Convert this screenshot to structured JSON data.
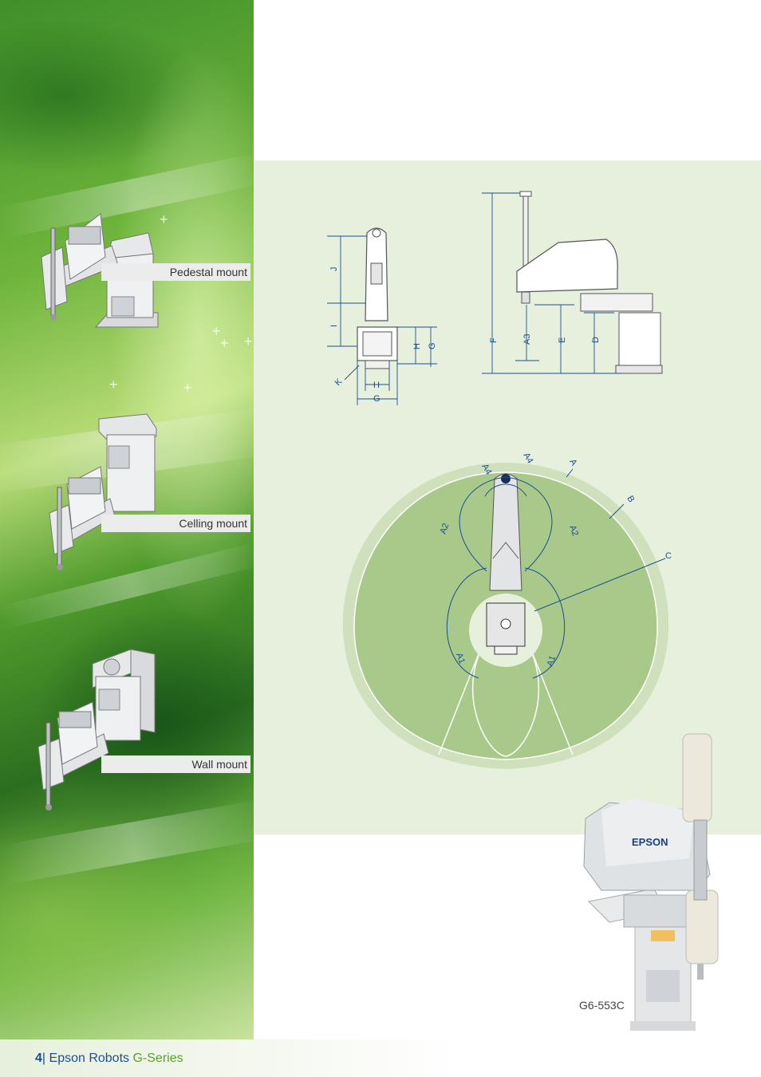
{
  "mounts": [
    {
      "label": "Pedestal mount"
    },
    {
      "label": "Celling mount"
    },
    {
      "label": "Wall mount"
    }
  ],
  "dims": {
    "front": {
      "J": "J",
      "I": "I",
      "K": "K",
      "H": "H",
      "G": "G"
    },
    "side": {
      "F": "F",
      "A3": "A3",
      "E": "E",
      "D": "D"
    },
    "top": {
      "A": "A",
      "B": "B",
      "C": "C",
      "A1": "A1",
      "A2": "A2",
      "A4": "A4"
    }
  },
  "robot": {
    "brand": "EPSON",
    "model": "G6-553C"
  },
  "footer": {
    "page": "4",
    "separator": "|",
    "brand": "Epson Robots",
    "series": "G-Series"
  },
  "colors": {
    "green_dark": "#3f8f2a",
    "panel_bg": "#e7f0dc",
    "work_area": "#a8c98a",
    "dim_blue": "#1a4f96"
  }
}
